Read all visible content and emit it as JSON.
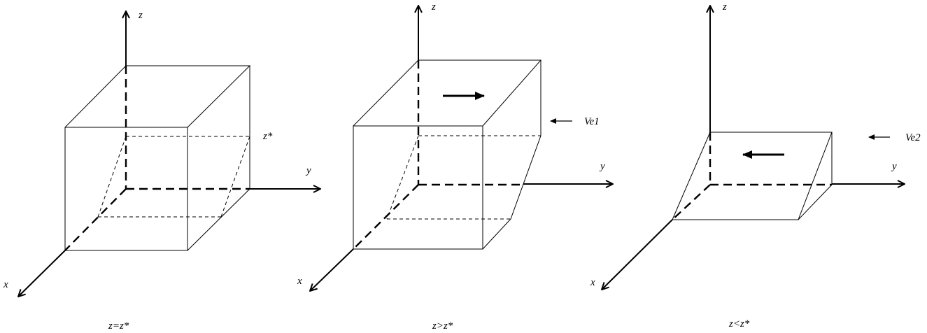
{
  "panels": [
    {
      "axis_x": "x",
      "axis_y": "y",
      "axis_z": "z",
      "level_label": "z*",
      "caption": "z=z*"
    },
    {
      "axis_x": "x",
      "axis_y": "y",
      "axis_z": "z",
      "flow_label": "Ve1",
      "caption": "z>z*"
    },
    {
      "axis_x": "x",
      "axis_y": "y",
      "axis_z": "z",
      "flow_label": "Ve2",
      "caption": "z<z*"
    }
  ]
}
